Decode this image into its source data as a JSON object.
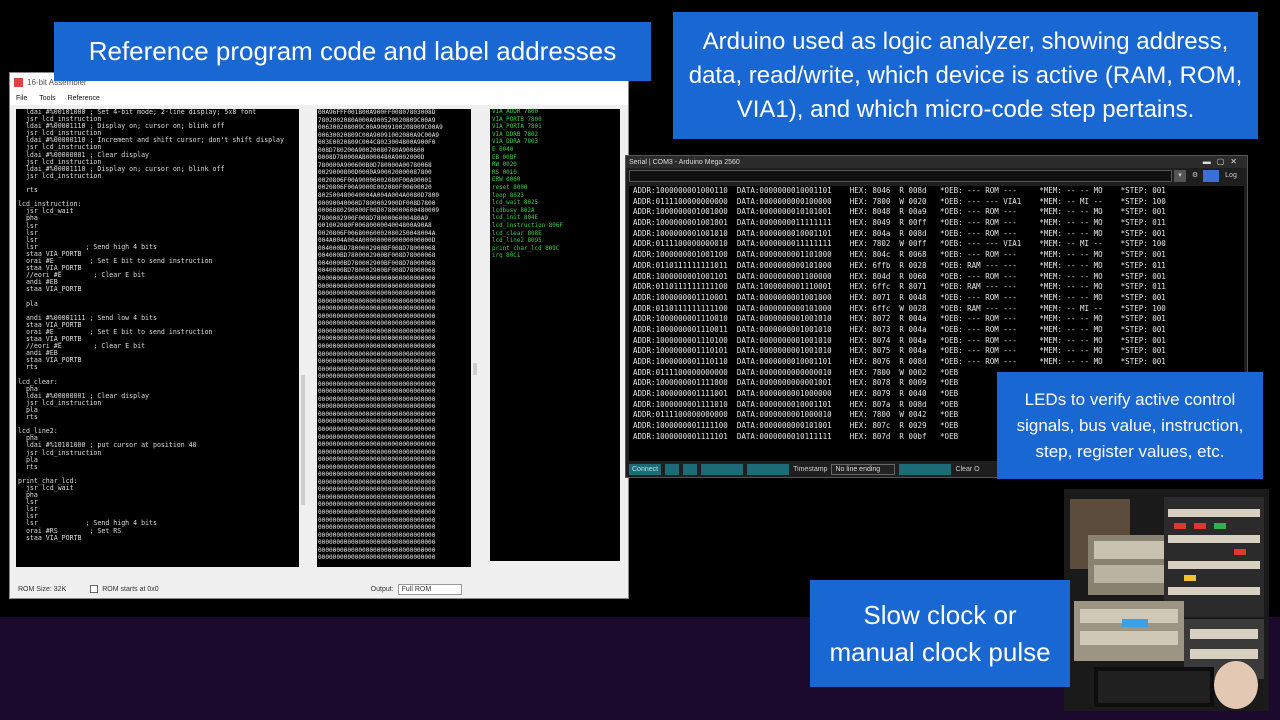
{
  "callouts": {
    "reference": "Reference program code and label addresses",
    "arduino": "Arduino used as logic analyzer, showing address, data, read/write, which device is active (RAM, ROM, VIA1), and which micro-code step pertains.",
    "leds": "LEDs to verify active control signals, bus value, instruction, step, register values, etc.",
    "clock_line1": "Slow clock or",
    "clock_line2": "manual clock pulse"
  },
  "assembler": {
    "title": "16-bit Assembler",
    "menu": [
      "File",
      "Tools",
      "Reference"
    ],
    "code_lines": [
      "  ldai #%00101000 ; Set 4-bit mode; 2-line display; 5x8 font",
      "  jsr lcd_instruction",
      "  ldai #%00001110 ; Display on; cursor on; blink off",
      "  jsr lcd_instruction",
      "  ldai #%00000110 ; Increment and shift cursor; don't shift display",
      "  jsr lcd_instruction",
      "  ldai #%00000001 ; Clear display",
      "  jsr lcd_instruction",
      "  ldai #%00001110 ; Display on; cursor on; blink off",
      "  jsr lcd_instruction",
      "",
      "  rts",
      "",
      "lcd_instruction:",
      "  jsr lcd_wait",
      "  pha",
      "  lsr",
      "  lsr",
      "  lsr",
      "  lsr            ; Send high 4 bits",
      "  staa VIA_PORTB",
      "  orai #E         ; Set E bit to send instruction",
      "  staa VIA_PORTB",
      "  //eori #E        ; Clear E bit",
      "  andi #EB",
      "  staa VIA_PORTB",
      "",
      "  pla",
      "",
      "  andi #%00001111 ; Send low 4 bits",
      "  staa VIA_PORTB",
      "  orai #E         ; Set E bit to send instruction",
      "  staa VIA_PORTB",
      "  //eori #E        ; Clear E bit",
      "  andi #EB",
      "  staa VIA_PORTB",
      "  rts",
      "",
      "lcd_clear:",
      "  pha",
      "  ldai #%00000001 ; Clear display",
      "  jsr lcd_instruction",
      "  pla",
      "  rts",
      "",
      "lcd_line2:",
      "  pha",
      "  ldai #%10101000 ; put cursor at position 40",
      "  jsr lcd_instruction",
      "  pla",
      "  rts",
      "",
      "print_char_lcd:",
      "  jsr lcd_wait",
      "  pha",
      "  lsr",
      "  lsr",
      "  lsr",
      "  lsr            ; Send high 4 bits",
      "  orai #RS        ; Set RS",
      "  staa VIA_PORTB"
    ],
    "hex_lines": [
      "00A96FFF001B00A900FF00807803008D",
      "7802002080A000A900520020809C00A9",
      "006300208009C00A9009100208009C00A9",
      "00630020809C00A90091002080A9C00A9",
      "003E0020809C004C8023004800A900F0",
      "008D780200A90020080780A900600",
      "0008D780000AB0000480A9002000D",
      "780000A900600B0D780000A00780068",
      "0029000800D0000A900020000087800",
      "0020806F00A90006002080F00A90001",
      "0020806F00A9000E002080F00600020",
      "802500480040004A004A004A0080D7800",
      "00090040000D7800002900DF008D7800",
      "0006080290000F00D0780000600480009",
      "7800002900F008D7800006000480A9",
      "001002080F0068000004004800A90A8",
      "0020806F00680060002080250048004A",
      "004A004A004A0000000090000000000D",
      "004000BD7800002900BF008D78000068",
      "004000BD7800002900BF008D78000068",
      "0040000BD780002900BF008D78000068",
      "0040000BD780002900BF008D78000068",
      "00000000000000000000000000000000",
      "00000000000000000000000000000000",
      "00000000000000000000000000000000",
      "00000000000000000000000000000000",
      "00000000000000000000000000000000",
      "00000000000000000000000000000000",
      "00000000000000000000000000000000",
      "00000000000000000000000000000000",
      "00000000000000000000000000000000",
      "00000000000000000000000000000000",
      "00000000000000000000000000000000",
      "00000000000000000000000000000000",
      "00000000000000000000000000000000",
      "00000000000000000000000000000000",
      "00000000000000000000000000000000",
      "00000000000000000000000000000000",
      "00000000000000000000000000000000",
      "00000000000000000000000000000000",
      "00000000000000000000000000000000",
      "00000000000000000000000000000000",
      "00000000000000000000000000000000",
      "00000000000000000000000000000000",
      "00000000000000000000000000000000",
      "00000000000000000000000000000000",
      "00000000000000000000000000000000",
      "00000000000000000000000000000000",
      "00000000000000000000000000000000",
      "00000000000000000000000000000000",
      "00000000000000000000000000000000",
      "00000000000000000000000000000000",
      "00000000000000000000000000000000",
      "00000000000000000000000000000000",
      "00000000000000000000000000000000",
      "00000000000000000000000000000000",
      "00000000000000000000000000000000",
      "00000000000000000000000000000000",
      "00000000000000000000000000000000",
      "00000000000000000000000000000000"
    ],
    "labels": [
      "VIA_ADDR 7800",
      "VIA_PORTB 7800",
      "VIA_PORTA 7801",
      "VIA_DDRB 7802",
      "VIA_DDRA 7803",
      "E 0040",
      "EB 00BF",
      "RW 0020",
      "RS 0010",
      "ERW 0060",
      "reset 8000",
      "loop 8023",
      "lcd_wait 8025",
      "lcdbusy 802A",
      "lcd_init 804E",
      "lcd_instruction 806F",
      "lcd_clear 808E",
      "lcd_line2 8095",
      "print_char_lcd 809C",
      "irq 80C1"
    ],
    "rom_size": "ROM Size: 32K",
    "rom_start": "ROM starts at 0x0",
    "output_label": "Output:",
    "output_value": "Full ROM"
  },
  "serial": {
    "title": "Serial | COM3  - Arduino Mega 2560",
    "log_label": "Log",
    "lines": [
      "ADDR:1000000001000110  DATA:0000000010001101    HEX: 8046  R 008d   *OEB: --- ROM ---     *MEM: -- -- MO    *STEP: 001",
      "ADDR:0111100000000000  DATA:0000000000100000    HEX: 7800  W 0020   *OEB: --- --- VIA1    *MEM: -- MI --    *STEP: 100",
      "ADDR:1000000001001000  DATA:0000000010101001    HEX: 8048  R 00a9   *OEB: --- ROM ---     *MEM: -- -- MO    *STEP: 001",
      "ADDR:1000000001001001  DATA:0000000011111111    HEX: 8049  R 00ff   *OEB: --- ROM ---     *MEM: -- -- MO    *STEP: 011",
      "ADDR:1000000001001010  DATA:0000000010001101    HEX: 804a  R 008d   *OEB: --- ROM ---     *MEM: -- -- MO    *STEP: 001",
      "ADDR:0111100000000010  DATA:0000000011111111    HEX: 7802  W 00ff   *OEB: --- --- VIA1    *MEM: -- MI --    *STEP: 100",
      "ADDR:1000000001001100  DATA:0000000001101000    HEX: 804c  R 0068   *OEB: --- ROM ---     *MEM: -- -- MO    *STEP: 001",
      "ADDR:0110111111111011  DATA:0000000000101000    HEX: 6ffb  R 0028   *OEB: RAM --- ---     *MEM: -- -- MO    *STEP: 011",
      "ADDR:1000000001001101  DATA:0000000001100000    HEX: 804d  R 0060   *OEB: --- ROM ---     *MEM: -- -- MO    *STEP: 001",
      "ADDR:0110111111111100  DATA:1000000001110001    HEX: 6ffc  R 8071   *OEB: RAM --- ---     *MEM: -- -- MO    *STEP: 011",
      "ADDR:1000000001110001  DATA:0000000001001000    HEX: 8071  R 0048   *OEB: --- ROM ---     *MEM: -- -- MO    *STEP: 001",
      "ADDR:0110111111111100  DATA:0000000000101000    HEX: 6ffc  W 0028   *OEB: RAM --- ---     *MEM: -- MI --    *STEP: 100",
      "ADDR:1000000001110010  DATA:0000000001001010    HEX: 8072  R 004a   *OEB: --- ROM ---     *MEM: -- -- MO    *STEP: 001",
      "ADDR:1000000001110011  DATA:0000000001001010    HEX: 8073  R 004a   *OEB: --- ROM ---     *MEM: -- -- MO    *STEP: 001",
      "ADDR:1000000001110100  DATA:0000000001001010    HEX: 8074  R 004a   *OEB: --- ROM ---     *MEM: -- -- MO    *STEP: 001",
      "ADDR:1000000001110101  DATA:0000000001001010    HEX: 8075  R 004a   *OEB: --- ROM ---     *MEM: -- -- MO    *STEP: 001",
      "ADDR:1000000001110110  DATA:0000000010001101    HEX: 8076  R 008d   *OEB: --- ROM ---     *MEM: -- -- MO    *STEP: 001",
      "ADDR:0111100000000000  DATA:0000000000000010    HEX: 7800  W 0002   *OEB",
      "ADDR:1000000001111000  DATA:0000000000001001    HEX: 8078  R 0009   *OEB",
      "ADDR:1000000001111001  DATA:0000000001000000    HEX: 8079  R 0040   *OEB",
      "ADDR:1000000001111010  DATA:0000000010001101    HEX: 807a  R 008d   *OEB",
      "ADDR:0111100000000000  DATA:0000000001000010    HEX: 7800  W 0042   *OEB",
      "ADDR:1000000001111100  DATA:0000000000101001    HEX: 807c  R 0029   *OEB",
      "ADDR:1000000001111101  DATA:0000000010111111    HEX: 807d  R 00bf   *OEB"
    ],
    "bottom": {
      "connect": "Connect",
      "timestamp": "Timestamp",
      "line_ending": "No line ending",
      "clear": "Clear O"
    }
  }
}
